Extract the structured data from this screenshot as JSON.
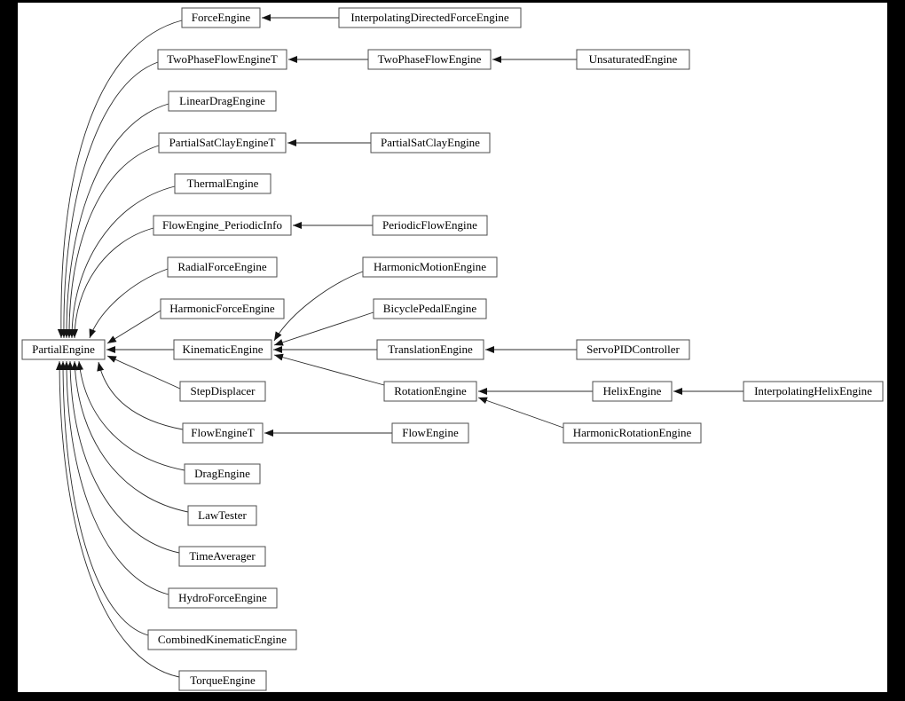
{
  "diagram": {
    "type": "class-inheritance-graph",
    "root": "PartialEngine",
    "nodes": [
      {
        "id": "ForceEngine",
        "label": "ForceEngine"
      },
      {
        "id": "InterpolatingDirectedForceEngine",
        "label": "InterpolatingDirectedForceEngine"
      },
      {
        "id": "TwoPhaseFlowEngineT",
        "label": "TwoPhaseFlowEngineT"
      },
      {
        "id": "TwoPhaseFlowEngine",
        "label": "TwoPhaseFlowEngine"
      },
      {
        "id": "UnsaturatedEngine",
        "label": "UnsaturatedEngine"
      },
      {
        "id": "LinearDragEngine",
        "label": "LinearDragEngine"
      },
      {
        "id": "PartialSatClayEngineT",
        "label": "PartialSatClayEngineT"
      },
      {
        "id": "PartialSatClayEngine",
        "label": "PartialSatClayEngine"
      },
      {
        "id": "ThermalEngine",
        "label": "ThermalEngine"
      },
      {
        "id": "FlowEngine_PeriodicInfo",
        "label": "FlowEngine_PeriodicInfo"
      },
      {
        "id": "PeriodicFlowEngine",
        "label": "PeriodicFlowEngine"
      },
      {
        "id": "RadialForceEngine",
        "label": "RadialForceEngine"
      },
      {
        "id": "HarmonicMotionEngine",
        "label": "HarmonicMotionEngine"
      },
      {
        "id": "HarmonicForceEngine",
        "label": "HarmonicForceEngine"
      },
      {
        "id": "BicyclePedalEngine",
        "label": "BicyclePedalEngine"
      },
      {
        "id": "PartialEngine",
        "label": "PartialEngine"
      },
      {
        "id": "KinematicEngine",
        "label": "KinematicEngine"
      },
      {
        "id": "TranslationEngine",
        "label": "TranslationEngine"
      },
      {
        "id": "ServoPIDController",
        "label": "ServoPIDController"
      },
      {
        "id": "StepDisplacer",
        "label": "StepDisplacer"
      },
      {
        "id": "RotationEngine",
        "label": "RotationEngine"
      },
      {
        "id": "HelixEngine",
        "label": "HelixEngine"
      },
      {
        "id": "InterpolatingHelixEngine",
        "label": "InterpolatingHelixEngine"
      },
      {
        "id": "FlowEngineT",
        "label": "FlowEngineT"
      },
      {
        "id": "FlowEngine",
        "label": "FlowEngine"
      },
      {
        "id": "HarmonicRotationEngine",
        "label": "HarmonicRotationEngine"
      },
      {
        "id": "DragEngine",
        "label": "DragEngine"
      },
      {
        "id": "LawTester",
        "label": "LawTester"
      },
      {
        "id": "TimeAverager",
        "label": "TimeAverager"
      },
      {
        "id": "HydroForceEngine",
        "label": "HydroForceEngine"
      },
      {
        "id": "CombinedKinematicEngine",
        "label": "CombinedKinematicEngine"
      },
      {
        "id": "TorqueEngine",
        "label": "TorqueEngine"
      }
    ],
    "edges": [
      {
        "from": "ForceEngine",
        "to": "PartialEngine"
      },
      {
        "from": "TwoPhaseFlowEngineT",
        "to": "PartialEngine"
      },
      {
        "from": "LinearDragEngine",
        "to": "PartialEngine"
      },
      {
        "from": "PartialSatClayEngineT",
        "to": "PartialEngine"
      },
      {
        "from": "ThermalEngine",
        "to": "PartialEngine"
      },
      {
        "from": "FlowEngine_PeriodicInfo",
        "to": "PartialEngine"
      },
      {
        "from": "RadialForceEngine",
        "to": "PartialEngine"
      },
      {
        "from": "HarmonicForceEngine",
        "to": "PartialEngine"
      },
      {
        "from": "KinematicEngine",
        "to": "PartialEngine"
      },
      {
        "from": "StepDisplacer",
        "to": "PartialEngine"
      },
      {
        "from": "FlowEngineT",
        "to": "PartialEngine"
      },
      {
        "from": "DragEngine",
        "to": "PartialEngine"
      },
      {
        "from": "LawTester",
        "to": "PartialEngine"
      },
      {
        "from": "TimeAverager",
        "to": "PartialEngine"
      },
      {
        "from": "HydroForceEngine",
        "to": "PartialEngine"
      },
      {
        "from": "CombinedKinematicEngine",
        "to": "PartialEngine"
      },
      {
        "from": "TorqueEngine",
        "to": "PartialEngine"
      },
      {
        "from": "InterpolatingDirectedForceEngine",
        "to": "ForceEngine"
      },
      {
        "from": "TwoPhaseFlowEngine",
        "to": "TwoPhaseFlowEngineT"
      },
      {
        "from": "UnsaturatedEngine",
        "to": "TwoPhaseFlowEngine"
      },
      {
        "from": "PartialSatClayEngine",
        "to": "PartialSatClayEngineT"
      },
      {
        "from": "PeriodicFlowEngine",
        "to": "FlowEngine_PeriodicInfo"
      },
      {
        "from": "HarmonicMotionEngine",
        "to": "KinematicEngine"
      },
      {
        "from": "BicyclePedalEngine",
        "to": "KinematicEngine"
      },
      {
        "from": "TranslationEngine",
        "to": "KinematicEngine"
      },
      {
        "from": "RotationEngine",
        "to": "KinematicEngine"
      },
      {
        "from": "ServoPIDController",
        "to": "TranslationEngine"
      },
      {
        "from": "HelixEngine",
        "to": "RotationEngine"
      },
      {
        "from": "HarmonicRotationEngine",
        "to": "RotationEngine"
      },
      {
        "from": "InterpolatingHelixEngine",
        "to": "HelixEngine"
      },
      {
        "from": "FlowEngine",
        "to": "FlowEngineT"
      }
    ],
    "colors": {
      "background": "#000000",
      "canvas": "#ffffff",
      "node_fill": "#ffffff",
      "node_border": "#4d4d4d",
      "edge": "#2b2b2b",
      "text": "#000000"
    }
  }
}
